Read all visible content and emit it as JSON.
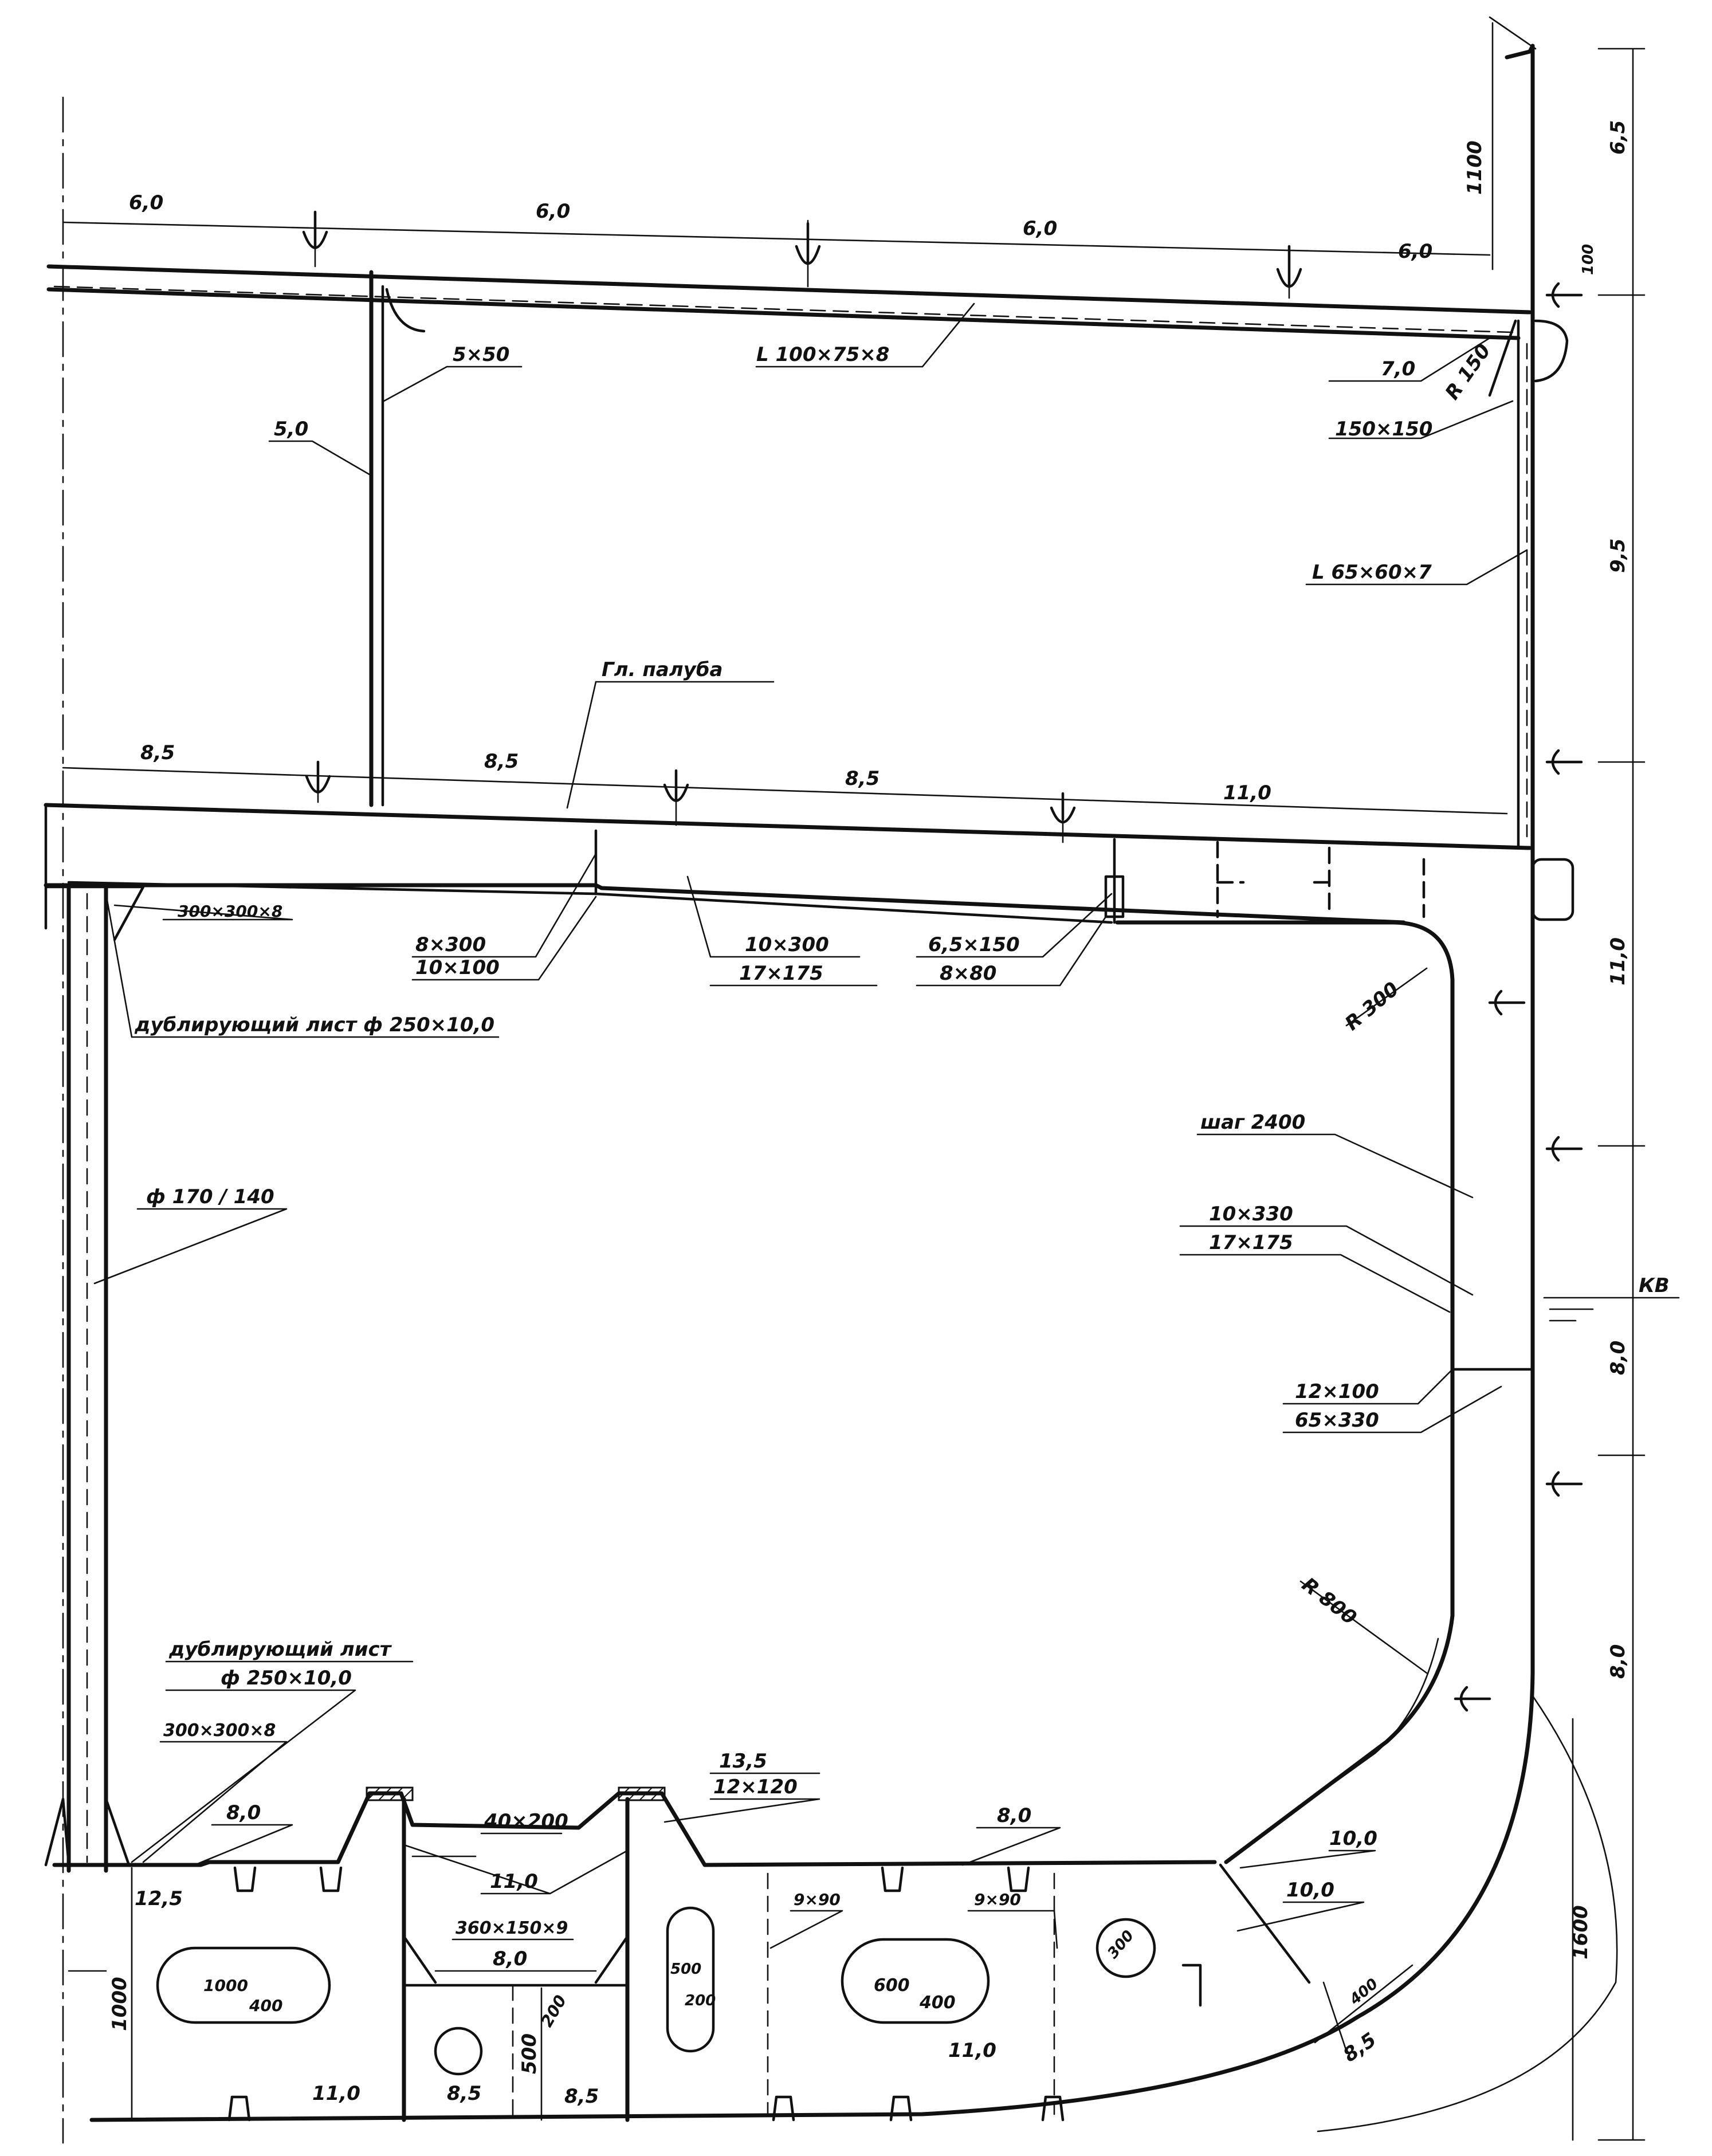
{
  "labels": {
    "deck_top_left": "6,0",
    "deck_top_mid1": "6,0",
    "deck_top_mid2": "6,0",
    "deck_top_right": "6,0",
    "angle_deck": "L 100×75×8",
    "stiffener_5x50": "5×50",
    "bulkhead_5_0": "5,0",
    "bracket_7_0": "7,0",
    "radius_150": "R 150",
    "bracket_150x150": "150×150",
    "angle_side": "L 65×60×7",
    "dim_1100": "1100",
    "dim_6_5": "6,5",
    "dim_100": "100",
    "dim_9_5": "9,5",
    "main_deck": "Гл. палуба",
    "main_deck_left": "8,5",
    "main_deck_mid1": "8,5",
    "main_deck_mid2": "8,5",
    "main_deck_right": "11,0",
    "bracket_300x300_top": "300×300×8",
    "girder_8x300": "8×300",
    "girder_10x100": "10×100",
    "beam_10x300": "10×300",
    "beam_17x175": "17×175",
    "carling_6_5x150": "6,5×150",
    "carling_8x80": "8×80",
    "doubling_top": "дублирующий лист ф 250×10,0",
    "radius_300": "R 300",
    "dim_11_0": "11,0",
    "pillar": "ф 170 / 140",
    "spacing": "шаг 2400",
    "frame_10x330": "10×330",
    "frame_17x175": "17×175",
    "waterline": "КВ",
    "dim_8_0_side": "8,0",
    "stringer_12x100": "12×100",
    "stringer_65x330": "65×330",
    "radius_800": "R 800",
    "dim_8_0_bilge": "8,0",
    "dim_1600": "1600",
    "doubling_bottom_1": "дублирующий лист",
    "doubling_bottom_2": "ф 250×10,0",
    "bracket_300x300_bottom": "300×300×8",
    "inner_bottom_8_0_left": "8,0",
    "hatch_40x200": "40×200",
    "dim_13_5": "13,5",
    "bar_12x120": "12×120",
    "inner_bottom_8_0_right": "8,0",
    "girder_11_0": "11,0",
    "bracket_360": "360×150×9",
    "dim_8_0_small": "8,0",
    "dim_12_5": "12,5",
    "dim_1000": "1000",
    "manhole_1000": "1000",
    "manhole_400": "400",
    "bottom_11_0_left": "11,0",
    "dim_8_5_left": "8,5",
    "dim_500": "500",
    "hole_200": "200",
    "dim_8_5_right": "8,5",
    "manhole_500": "500",
    "manhole_200": "200",
    "stiff_9x90_left": "9×90",
    "stiff_9x90_right": "9×90",
    "manhole_600": "600",
    "manhole_400b": "400",
    "bottom_11_0_right": "11,0",
    "hole_300": "300",
    "bilge_10_0_a": "10,0",
    "bilge_10_0_b": "10,0",
    "dim_400": "400",
    "dim_8_5_bilge": "8,5"
  }
}
